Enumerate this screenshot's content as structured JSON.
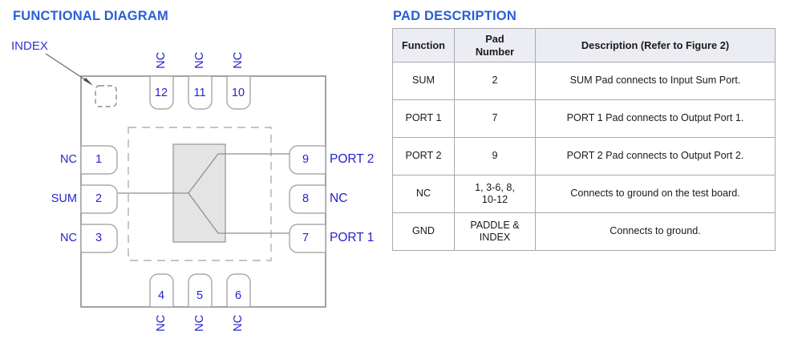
{
  "functional_diagram": {
    "title": "FUNCTIONAL DIAGRAM",
    "index_label": "INDEX",
    "index_marker_name": "index-dashed-square",
    "package_symbol": "signal-splitter-triangle",
    "pins": {
      "left": [
        {
          "number": "1",
          "label": "NC",
          "connected": false
        },
        {
          "number": "2",
          "label": "SUM",
          "connected": true
        },
        {
          "number": "3",
          "label": "NC",
          "connected": false
        }
      ],
      "right": [
        {
          "number": "9",
          "label": "PORT 2",
          "connected": true
        },
        {
          "number": "8",
          "label": "NC",
          "connected": false
        },
        {
          "number": "7",
          "label": "PORT 1",
          "connected": true
        }
      ],
      "top": [
        {
          "number": "12",
          "label": "NC"
        },
        {
          "number": "11",
          "label": "NC"
        },
        {
          "number": "10",
          "label": "NC"
        }
      ],
      "bottom": [
        {
          "number": "4",
          "label": "NC"
        },
        {
          "number": "5",
          "label": "NC"
        },
        {
          "number": "6",
          "label": "NC"
        }
      ]
    }
  },
  "pad_description": {
    "title": "PAD DESCRIPTION",
    "columns": [
      "Function",
      "Pad\nNumber",
      "Description (Refer to Figure 2)"
    ],
    "columns_display": {
      "function": "Function",
      "pad_line1": "Pad",
      "pad_line2": "Number",
      "description": "Description (Refer to Figure 2)"
    },
    "rows": [
      {
        "function": "SUM",
        "pad_number": "2",
        "description": "SUM Pad connects to Input Sum Port."
      },
      {
        "function": "PORT 1",
        "pad_number": "7",
        "description": "PORT 1 Pad connects to Output Port 1."
      },
      {
        "function": "PORT 2",
        "pad_number": "9",
        "description": "PORT 2 Pad connects to Output Port 2."
      },
      {
        "function": "NC",
        "pad_number_line1": "1, 3-6, 8,",
        "pad_number_line2": "10-12",
        "description": "Connects to ground on the test board."
      },
      {
        "function": "GND",
        "pad_number_line1": "PADDLE &",
        "pad_number_line2": "INDEX",
        "description": "Connects to ground."
      }
    ]
  },
  "colors": {
    "title_blue": "#2a5fd4",
    "label_blue": "#2323cf",
    "outline_grey": "#8c8c8c",
    "die_fill": "#e4e4e4",
    "table_header_bg": "#ecedf3",
    "table_border": "#a9a9ae"
  }
}
